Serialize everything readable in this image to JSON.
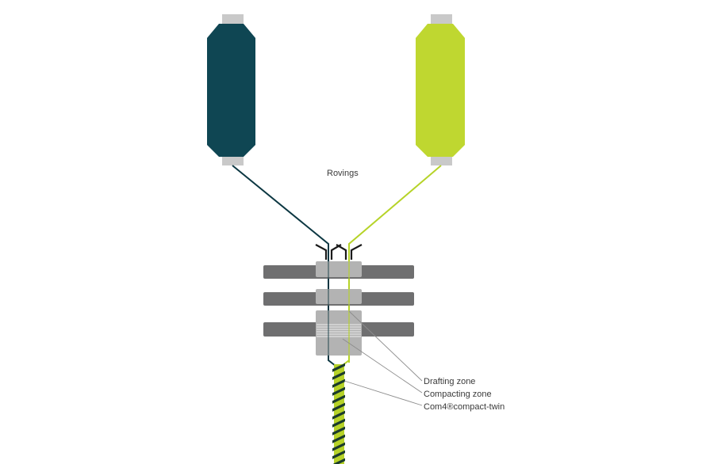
{
  "diagram": {
    "labels": {
      "rovings": "Rovings",
      "drafting_zone": "Drafting zone",
      "compacting_zone": "Compacting zone",
      "com4": "Com4®compact-twin"
    },
    "colors": {
      "dark_roving": "#0f4653",
      "light_roving": "#bfd730",
      "bobbin_cap": "#c9c9c9",
      "roller_bar": "#6f6f70",
      "roller_block": "#b3b3b3",
      "leader_line": "#8c8c8c",
      "dark_thread": "#0c3742",
      "light_thread": "#b6d328",
      "yarn_stripe": "#1b3b2c"
    },
    "icons": [
      "left-bobbin-icon",
      "right-bobbin-icon",
      "drafting-rollers-icon",
      "twisted-yarn-icon"
    ]
  }
}
